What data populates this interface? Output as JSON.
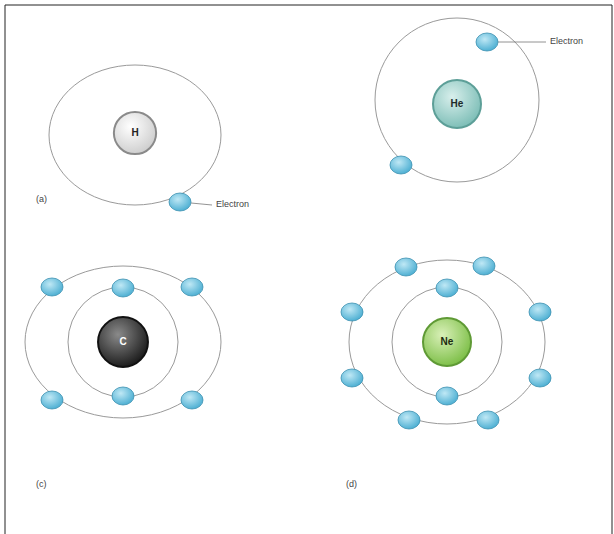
{
  "diagram": {
    "nodes": [
      {
        "text": [
          "H"
        ]
      },
      {
        "text": [
          "He"
        ]
      },
      {
        "text": [
          "C"
        ]
      },
      {
        "text": [
          "Ne"
        ]
      }
    ],
    "labels": [
      "Electron",
      "Electron",
      "(a)",
      "(c)",
      "(d)"
    ]
  }
}
